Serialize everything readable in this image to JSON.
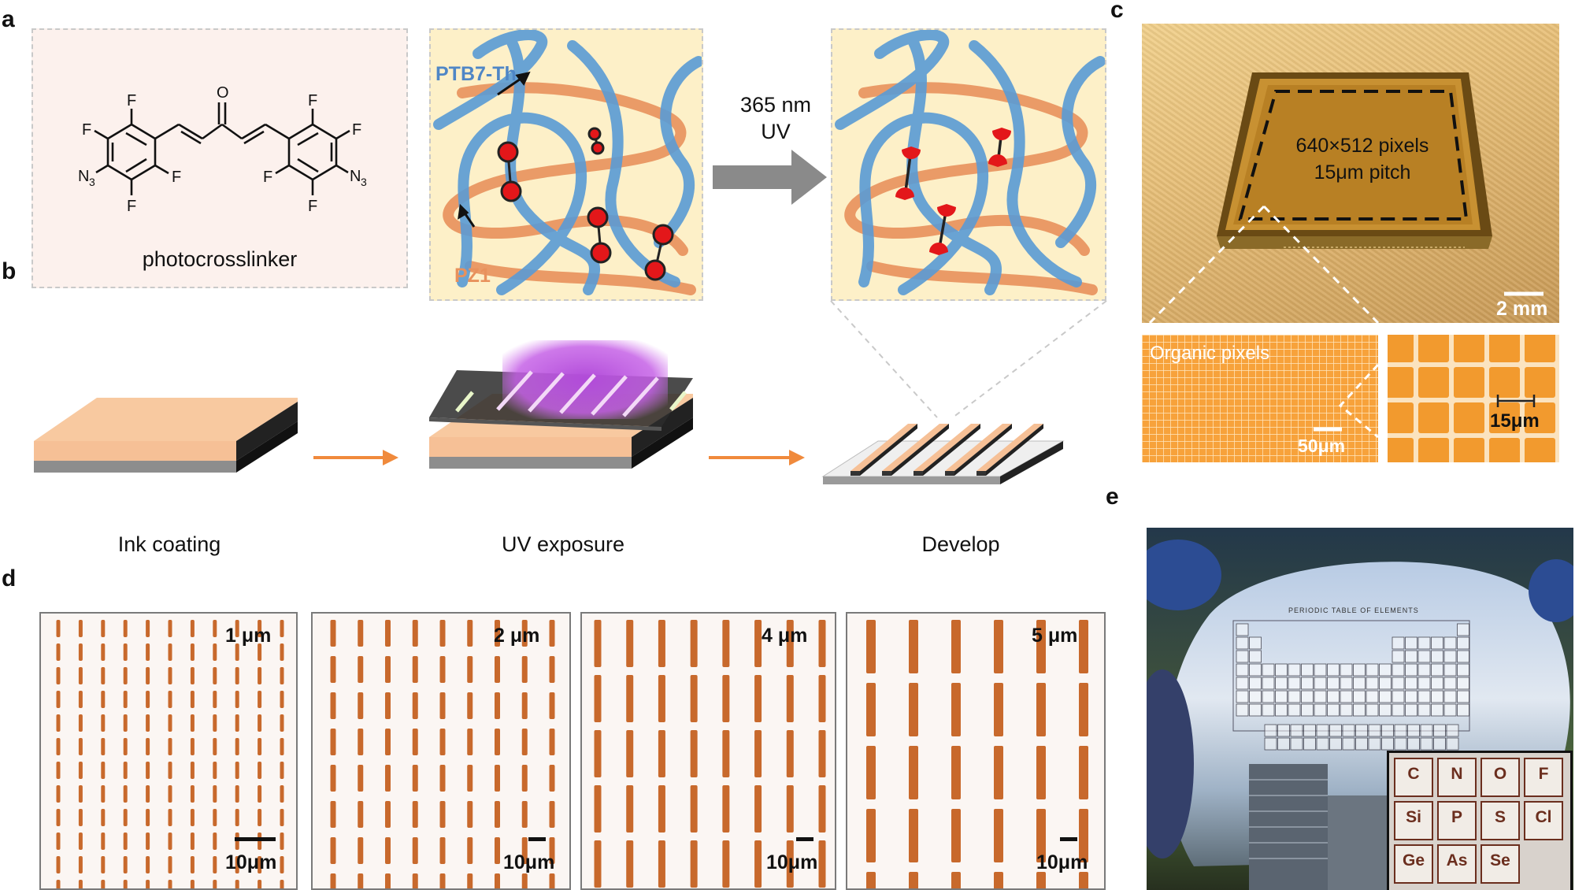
{
  "panels": {
    "a": "a",
    "b": "b",
    "c": "c",
    "d": "d",
    "e": "e"
  },
  "panel_a": {
    "molecule_caption": "photocrosslinker",
    "atoms": {
      "O": "O",
      "F": "F",
      "N3": "N",
      "N3_sub": "3"
    },
    "polymer_1": "PTB7-Th",
    "polymer_2": "PZ1",
    "arrow_label_line1": "365 nm",
    "arrow_label_line2": "UV"
  },
  "panel_b": {
    "step1": "Ink coating",
    "step2": "UV exposure",
    "step3": "Develop"
  },
  "panel_c": {
    "chip_line1": "640×512 pixels",
    "chip_line2": "15μm pitch",
    "scale_main": "2 mm",
    "inset1_title": "Organic pixels",
    "inset1_scale": "50μm",
    "inset2_scale": "15μm"
  },
  "panel_d": {
    "images": [
      {
        "label": "1 μm",
        "scale": "10μm"
      },
      {
        "label": "2 μm",
        "scale": "10μm"
      },
      {
        "label": "4 μm",
        "scale": "10μm"
      },
      {
        "label": "5 μm",
        "scale": "10μm"
      }
    ]
  },
  "panel_e": {
    "wafer_title": "PERIODIC TABLE OF ELEMENTS",
    "inset_elements": [
      "C",
      "N",
      "O",
      "F",
      "Si",
      "P",
      "S",
      "Cl",
      "Ge",
      "As",
      "Se"
    ]
  },
  "colors": {
    "ptb7": "#5a9bd5",
    "pz1": "#e8915c",
    "crosslinker": "#e3171a",
    "pixel_orange": "#f29a2e",
    "strip_orange": "#c8692c",
    "arrow_gray": "#8a8a8a",
    "arrow_orange": "#f08a3c"
  }
}
